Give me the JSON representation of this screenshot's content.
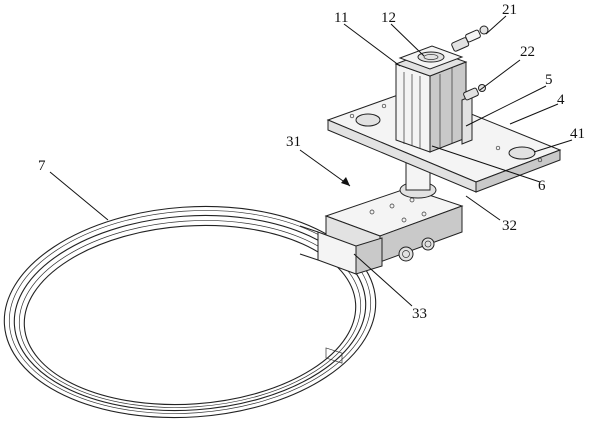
{
  "labels": {
    "l11": "11",
    "l12": "12",
    "l21": "21",
    "l22": "22",
    "l5": "5",
    "l4": "4",
    "l41": "41",
    "l31": "31",
    "l6": "6",
    "l7": "7",
    "l32": "32",
    "l33": "33"
  }
}
